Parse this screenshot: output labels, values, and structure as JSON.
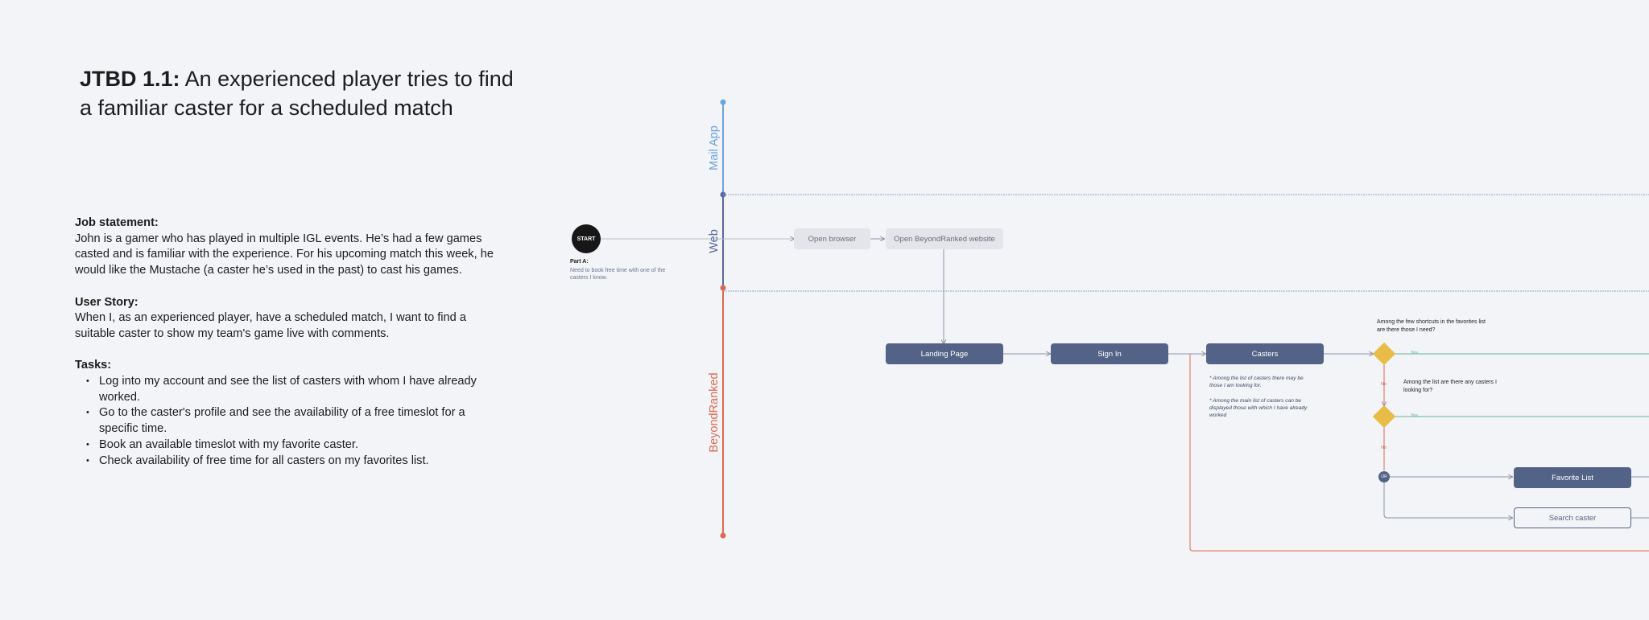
{
  "title": {
    "prefix": "JTBD 1.1:",
    "text": "An experienced player tries to find a familiar caster for a scheduled match"
  },
  "job_statement": {
    "heading": "Job statement:",
    "text": "John is a gamer who has played in multiple IGL events. He’s had a few games casted and is familiar with the experience. For his upcoming match this week, he would like the Mustache (a caster he’s used in the past) to cast his games."
  },
  "user_story": {
    "heading": "User Story:",
    "text": "When I, as an experienced player, have a scheduled match, I want to find a suitable caster to show my team's game live with comments."
  },
  "tasks": {
    "heading": "Tasks:",
    "items": [
      "Log into my account and see the list of casters with whom I have already worked.",
      "Go to the caster's profile and see the availability of a free timeslot for a specific time.",
      "Book an available timeslot with my favorite caster.",
      "Check availability of free time for all casters on my favorites list."
    ]
  },
  "diagram": {
    "lanes": {
      "mail_app": "Mail App",
      "web": "Web",
      "beyondranked": "BeyondRanked"
    },
    "lane_colors": {
      "mail_app": "#6aa5e0",
      "web": "#5867a0",
      "beyondranked": "#dc6a50"
    },
    "start": {
      "label": "START",
      "part": "Part A:",
      "note": "Need to book free time with one of the casters I know."
    },
    "nodes": {
      "open_browser": "Open browser",
      "open_site": "Open BeyondRanked website",
      "landing_page": "Landing Page",
      "sign_in": "Sign In",
      "casters": "Casters",
      "favorite_list": "Favorite List",
      "search_caster": "Search caster"
    },
    "notes": {
      "note1": "* Among the list of casters there may be those I am looking for.",
      "note2": "* Among the main list of casters can be displayed those with which I have already worked"
    },
    "questions": {
      "q1": "Among the few shortcuts in the favorites list are there those I need?",
      "q2": "Among the list are there any casters I looking for?"
    },
    "branch_labels": {
      "yes": "Yes",
      "no": "No",
      "or": "OR"
    },
    "colors": {
      "decision": "#e8bd47",
      "node_dark": "#536387",
      "yes_line": "#5fb597"
    }
  }
}
